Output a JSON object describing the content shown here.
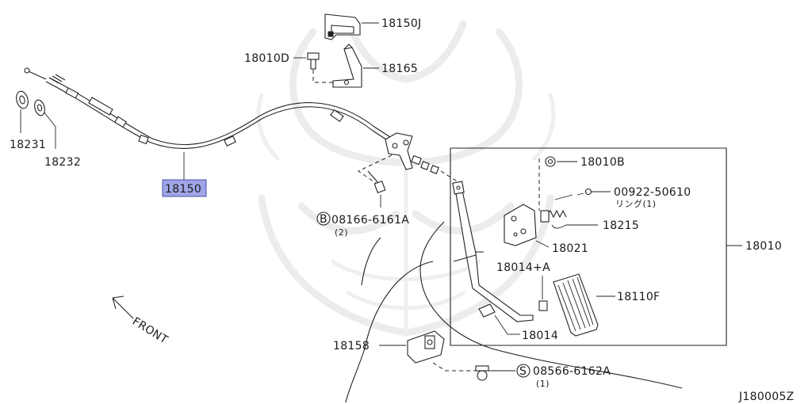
{
  "diagram": {
    "labels": {
      "p18150J": "18150J",
      "p18010D": "18010D",
      "p18165": "18165",
      "p18231": "18231",
      "p18232": "18232",
      "p18150": "18150",
      "p18010B": "18010B",
      "p00922": "00922-50610",
      "p00922_sub": "リング(1)",
      "p08166": "08166-6161A",
      "p08166_sub": "(2)",
      "p08166_circle": "B",
      "p18215": "18215",
      "p18021": "18021",
      "p18010": "18010",
      "p18014A": "18014+A",
      "p18110F": "18110F",
      "p18014": "18014",
      "p18158": "18158",
      "p08566": "08566-6162A",
      "p08566_sub": "(1)",
      "p08566_circle": "S",
      "front": "FRONT",
      "diagram_id": "J180005Z"
    },
    "highlight_color": "#9fa5e6"
  }
}
